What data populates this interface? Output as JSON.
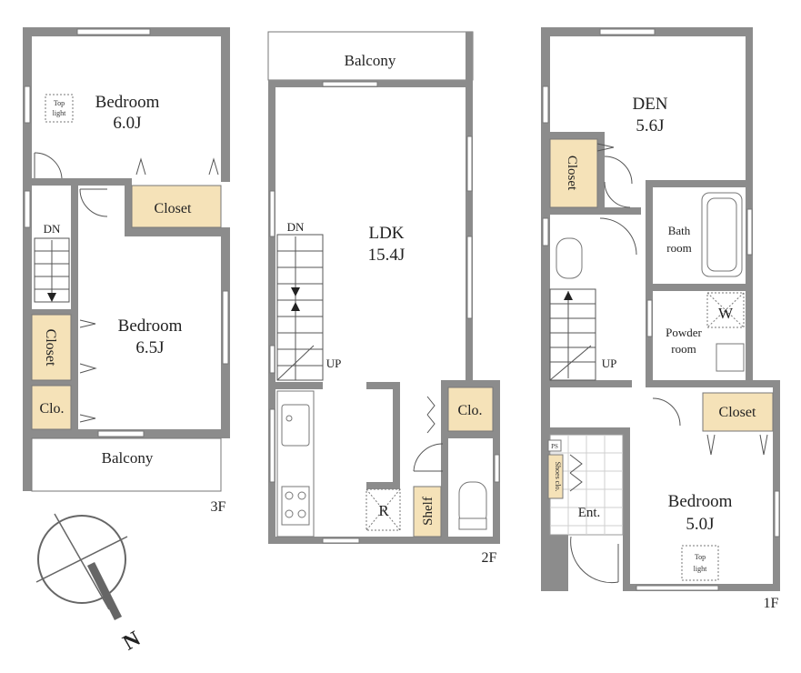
{
  "floors": {
    "f3": {
      "floor_label": "3F",
      "bedroom_a": {
        "name": "Bedroom",
        "size": "6.0J"
      },
      "bedroom_b": {
        "name": "Bedroom",
        "size": "6.5J"
      },
      "top_light_1": "Top",
      "top_light_2": "light",
      "closet_main": "Closet",
      "closet_side": "Closet",
      "clo": "Clo.",
      "balcony": "Balcony",
      "stair": "DN"
    },
    "f2": {
      "floor_label": "2F",
      "balcony": "Balcony",
      "ldk": {
        "name": "LDK",
        "size": "15.4J"
      },
      "stair_dn": "DN",
      "stair_up": "UP",
      "clo": "Clo.",
      "shelf": "Shelf",
      "fridge": "R"
    },
    "f1": {
      "floor_label": "1F",
      "den": {
        "name": "DEN",
        "size": "5.6J"
      },
      "closet_den": "Closet",
      "bath_1": "Bath",
      "bath_2": "room",
      "washer": "W",
      "powder_1": "Powder",
      "powder_2": "room",
      "stair_up": "UP",
      "closet_bed": "Closet",
      "bedroom": {
        "name": "Bedroom",
        "size": "5.0J"
      },
      "top_light_1": "Top",
      "top_light_2": "light",
      "ps": "PS",
      "shoes": "Shoes clo.",
      "entrance": "Ent."
    }
  },
  "compass": {
    "north": "N"
  },
  "colors": {
    "wall": "#8c8c8c",
    "storage": "#f5e2b8",
    "tile": "#cfcfcf",
    "line": "#555555"
  }
}
